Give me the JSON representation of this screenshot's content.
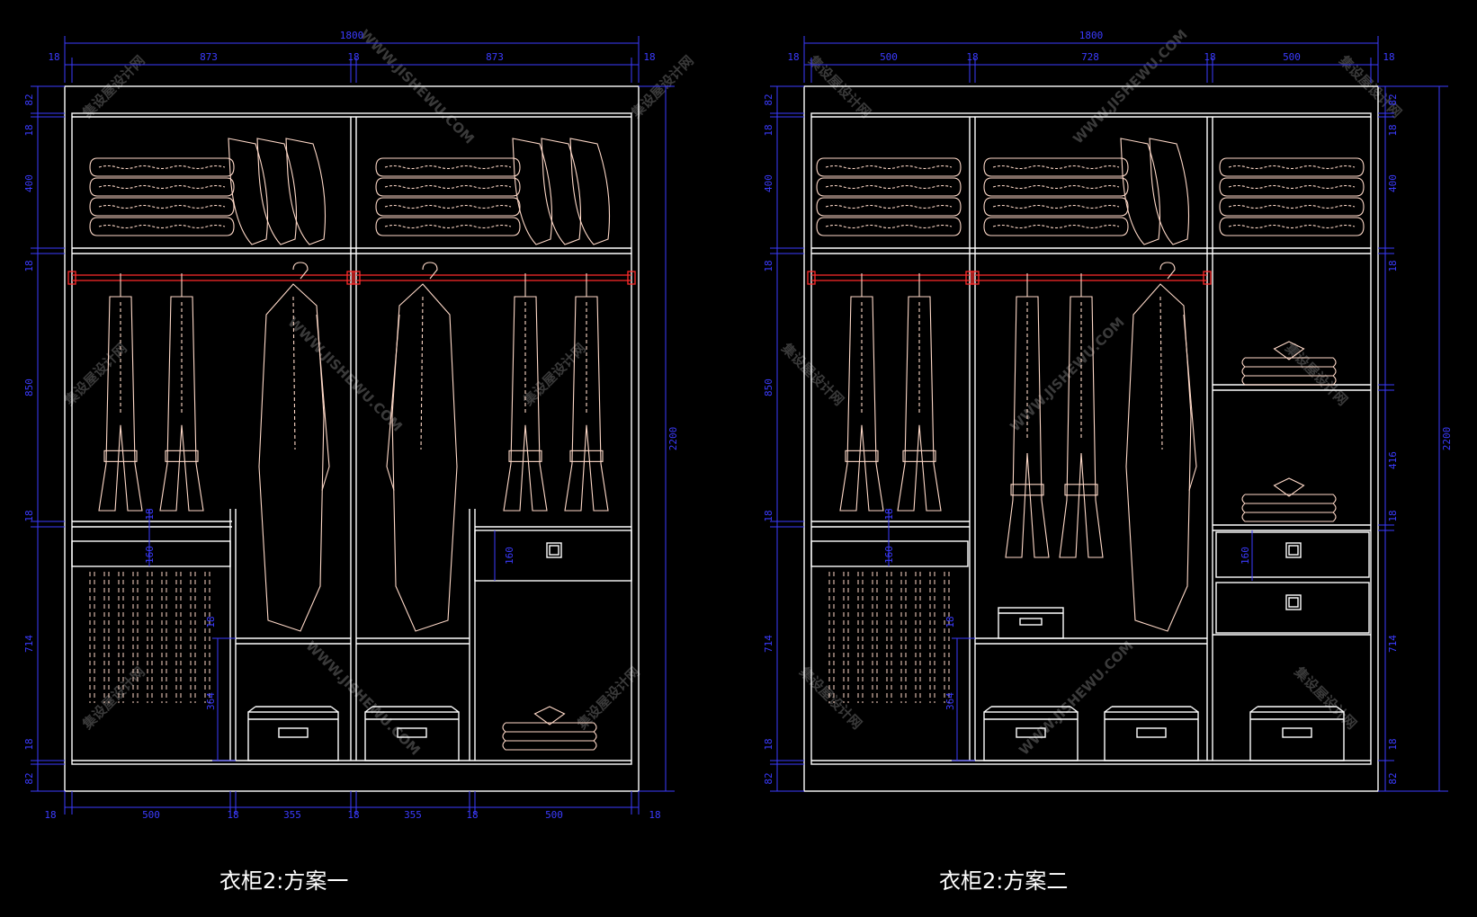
{
  "watermark": {
    "cn": "集设屋设计网",
    "en": "WWW.JISHEWU.COM"
  },
  "colors": {
    "background": "#000000",
    "line": "#ffffff",
    "dimension": "#3b3bff",
    "rail": "#ff2a2a",
    "clothing": "#ffd9c8"
  },
  "plan_a": {
    "title": "衣柜2:方案一",
    "dims_top": {
      "overall": "1800",
      "left_side": "18",
      "bay1": "873",
      "mid": "18",
      "bay2": "873",
      "right_side": "18"
    },
    "dims_bottom": [
      "18",
      "500",
      "18",
      "355",
      "18",
      "355",
      "18",
      "500",
      "18"
    ],
    "dims_left": [
      "82",
      "18",
      "400",
      "18",
      "850",
      "18",
      "714",
      "18",
      "82"
    ],
    "dims_right": "2200",
    "inner_dims": [
      "18",
      "160",
      "18",
      "364",
      "160"
    ]
  },
  "plan_b": {
    "title": "衣柜2:方案二",
    "dims_top": {
      "overall": "1800",
      "left_side": "18",
      "bay1": "500",
      "mid1": "18",
      "bay2": "728",
      "mid2": "18",
      "bay3": "500",
      "right_side": "18"
    },
    "dims_left": [
      "82",
      "18",
      "400",
      "18",
      "850",
      "18",
      "714",
      "18",
      "82"
    ],
    "dims_right_col": [
      "82",
      "18",
      "400",
      "18",
      "416",
      "18",
      "714",
      "18",
      "82"
    ],
    "dims_right": "2200",
    "inner_dims": [
      "18",
      "160",
      "18",
      "364",
      "160"
    ]
  }
}
